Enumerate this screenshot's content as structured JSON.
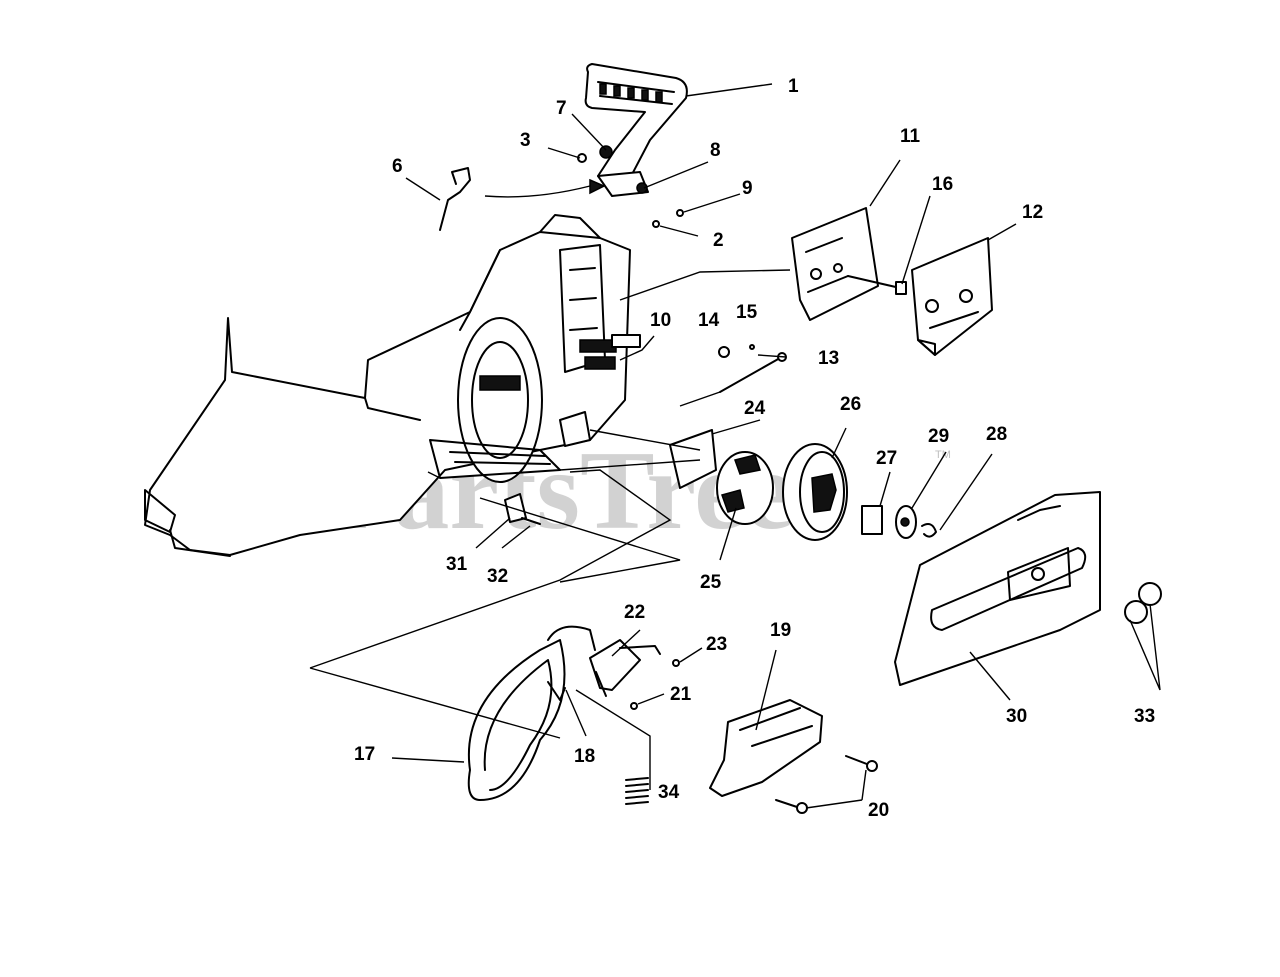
{
  "watermark": {
    "text": "PartsTree",
    "mark": "TM",
    "color": "#c8c8c8"
  },
  "callouts": [
    {
      "id": "1",
      "label": "1"
    },
    {
      "id": "2",
      "label": "2"
    },
    {
      "id": "3",
      "label": "3"
    },
    {
      "id": "6",
      "label": "6"
    },
    {
      "id": "7",
      "label": "7"
    },
    {
      "id": "8",
      "label": "8"
    },
    {
      "id": "9",
      "label": "9"
    },
    {
      "id": "10",
      "label": "10"
    },
    {
      "id": "11",
      "label": "11"
    },
    {
      "id": "12",
      "label": "12"
    },
    {
      "id": "13",
      "label": "13"
    },
    {
      "id": "14",
      "label": "14"
    },
    {
      "id": "15",
      "label": "15"
    },
    {
      "id": "16",
      "label": "16"
    },
    {
      "id": "17",
      "label": "17"
    },
    {
      "id": "18",
      "label": "18"
    },
    {
      "id": "19",
      "label": "19"
    },
    {
      "id": "20",
      "label": "20"
    },
    {
      "id": "21",
      "label": "21"
    },
    {
      "id": "22",
      "label": "22"
    },
    {
      "id": "23",
      "label": "23"
    },
    {
      "id": "24",
      "label": "24"
    },
    {
      "id": "25",
      "label": "25"
    },
    {
      "id": "26",
      "label": "26"
    },
    {
      "id": "27",
      "label": "27"
    },
    {
      "id": "28",
      "label": "28"
    },
    {
      "id": "29",
      "label": "29"
    },
    {
      "id": "30",
      "label": "30"
    },
    {
      "id": "31",
      "label": "31"
    },
    {
      "id": "32",
      "label": "32"
    },
    {
      "id": "33",
      "label": "33"
    },
    {
      "id": "34",
      "label": "34"
    }
  ]
}
